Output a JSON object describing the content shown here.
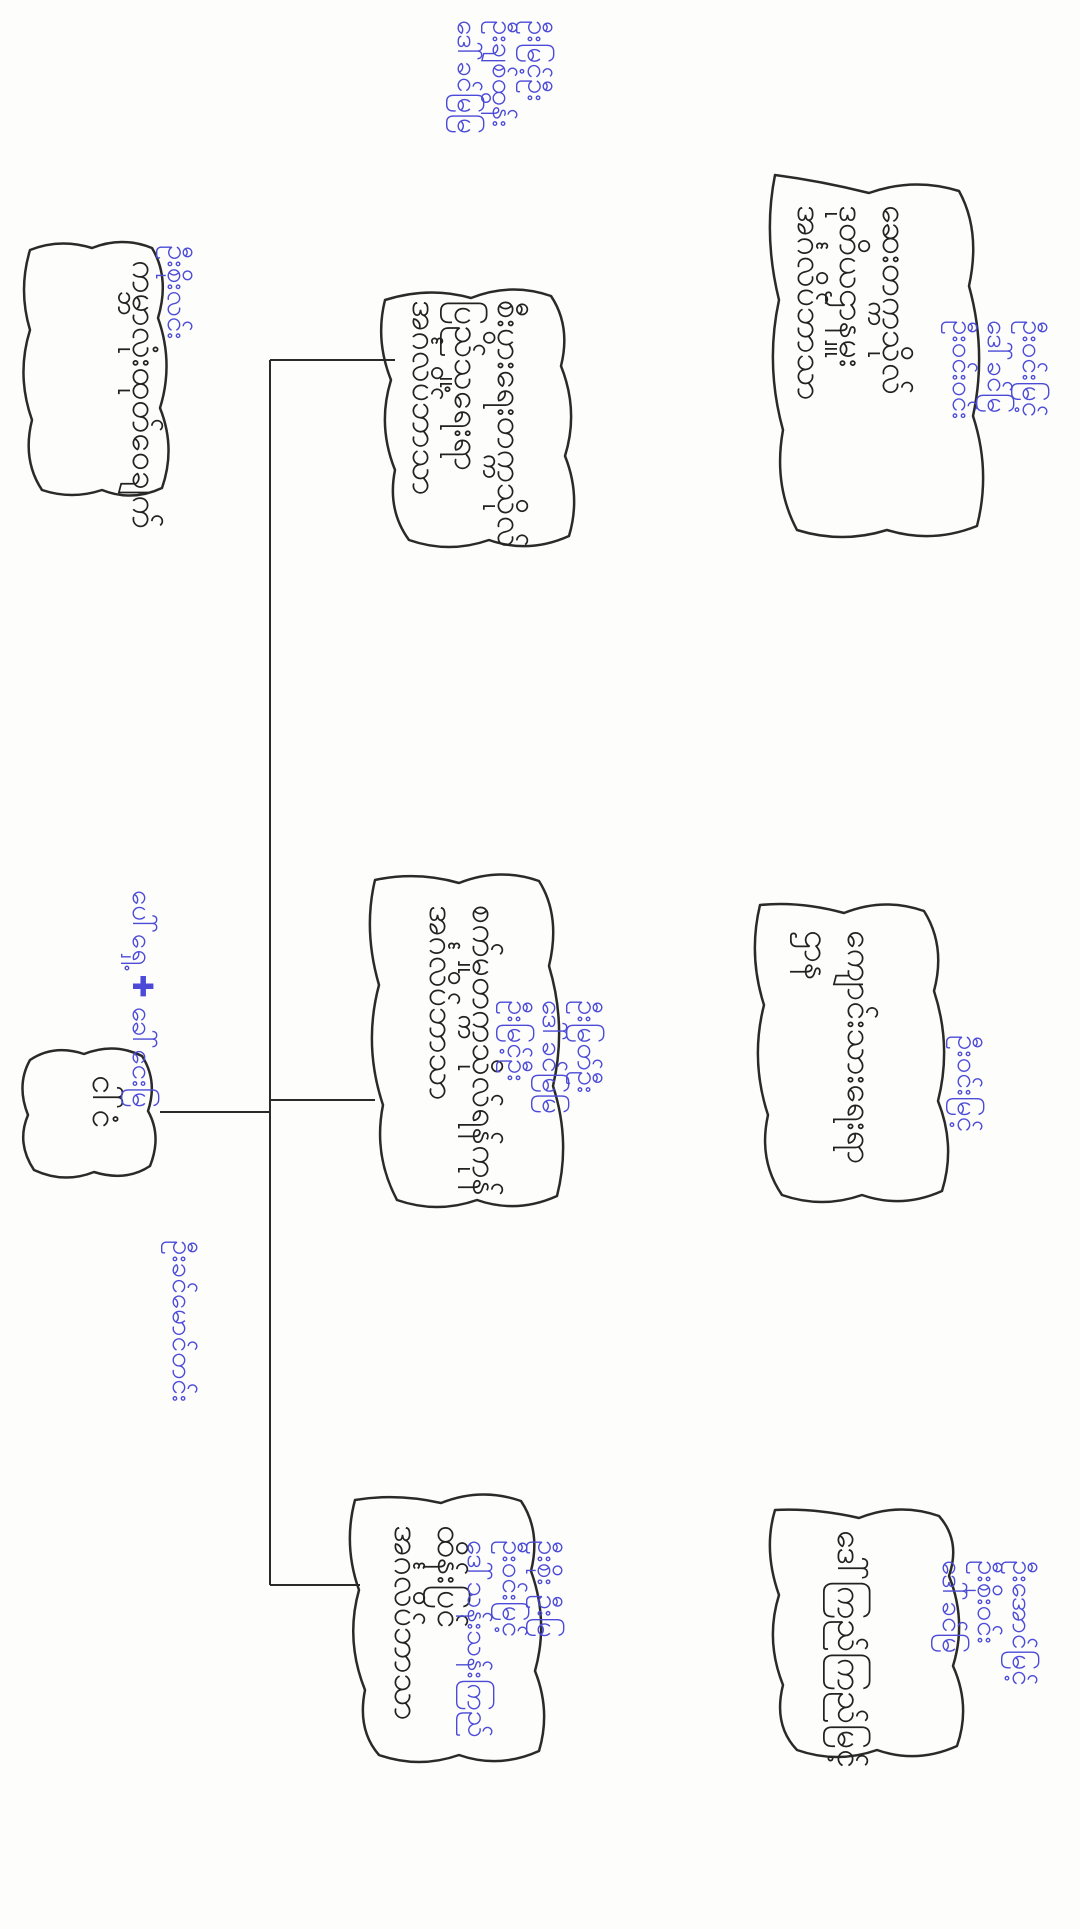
{
  "diagram": {
    "ink_color": "#222222",
    "note_color": "#4b4bd8",
    "root": {
      "lines": [
        "ငါ်ငံ"
      ],
      "note_left": "ဦးခင်မောင်တင်း",
      "note_right": [
        "ပေါ်ရှေ့ ✚ ခေါ်ငေးမြ"
      ]
    },
    "top_right": {
      "lines": [
        "ကမ္ဘာလုံးထုတ်ဝေချက်"
      ],
      "note": "ဦးစိုးလင်း"
    },
    "middle_row": [
      {
        "id": "left",
        "lines": [
          "ထိန်းပြင်",
          "အင်္ဂလိပ်ဘာသာ"
        ],
        "notes": [
          "ဦးစိုး ဦးမြ",
          "ဦးဝင်းမြင့်",
          "ဒေါ်သန်းသန်းကြည်"
        ]
      },
      {
        "id": "center",
        "lines": [
          "စက်မှုတက္ကသိုလ်ရန်ကုန်",
          "အင်္ဂလိပ်ဘာသာ"
        ],
        "notes": [
          "ဦးမြတ်ဦး",
          "ဒေါ်ခင်မြမြ",
          "ဦးမြင့်ဦး"
        ]
      },
      {
        "id": "right",
        "lines": [
          "စီးပွားရေးတက္ကသိုလ်",
          "ပြည်သူ့ရေးရာ",
          "အင်္ဂလိပ်ဘာသာ"
        ],
        "notes": [
          "ဦးမြင့်ဦး",
          "ဦးချစ်ထွန်း",
          "ဒေါ်ခင်မြမြ"
        ]
      }
    ],
    "bottom_row": [
      {
        "id": "left",
        "lines": [
          "ဒေါ်ကြည်ကြည်မြင့်"
        ],
        "notes": [
          "ဦးအောင်မြင့်",
          "ဦးစိုးဝင်း",
          "ဒေါ်ခင်မြ"
        ]
      },
      {
        "id": "center",
        "lines": [
          "ကျောင်းသားရေးရာ",
          "ဌာန"
        ],
        "notes": [
          "ဦးဝင်းမြင့်"
        ]
      },
      {
        "id": "right",
        "lines": [
          "ဆေးတက္ကသိုလ်",
          "ဒုတိယဌာနမှူး",
          "အင်္ဂလိပ်ဘာသာ"
        ],
        "notes": [
          "ဦးဝင်းမြင့်",
          "ဒေါ်ခင်မြ",
          "ဦးဝင်းဝင်း"
        ]
      }
    ]
  }
}
